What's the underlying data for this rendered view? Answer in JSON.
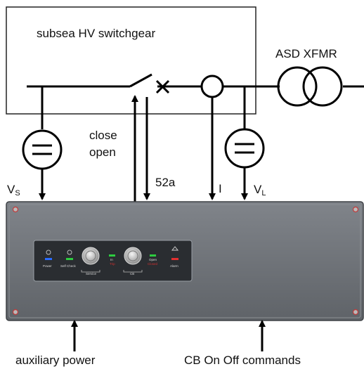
{
  "switchgear": {
    "label": "subsea HV switchgear"
  },
  "transformer": {
    "label": "ASD XFMR"
  },
  "signals": {
    "source_voltage": {
      "main": "V",
      "sub": "S"
    },
    "load_voltage": {
      "main": "V",
      "sub": "L"
    },
    "current": "I",
    "breaker_status": "52a",
    "close": "close",
    "open": "open"
  },
  "bottom_labels": {
    "aux_power": "auxiliary power",
    "cb_commands": "CB On Off commands"
  },
  "panel": {
    "indicator_labels": [
      "Power",
      "Self Check",
      "In",
      "Open",
      "Alarm"
    ],
    "knob_labels": [
      "Service",
      "CB"
    ],
    "tiny_red_labels": [
      "Trip",
      "Closed"
    ],
    "led_colors": {
      "power": "#2a6cff",
      "self_check": "#2ecc40",
      "in": "#2ecc40",
      "open": "#2ecc40",
      "alarm": "#e23030"
    },
    "body_color": "#6f7378",
    "face_color": "#1f2226"
  }
}
